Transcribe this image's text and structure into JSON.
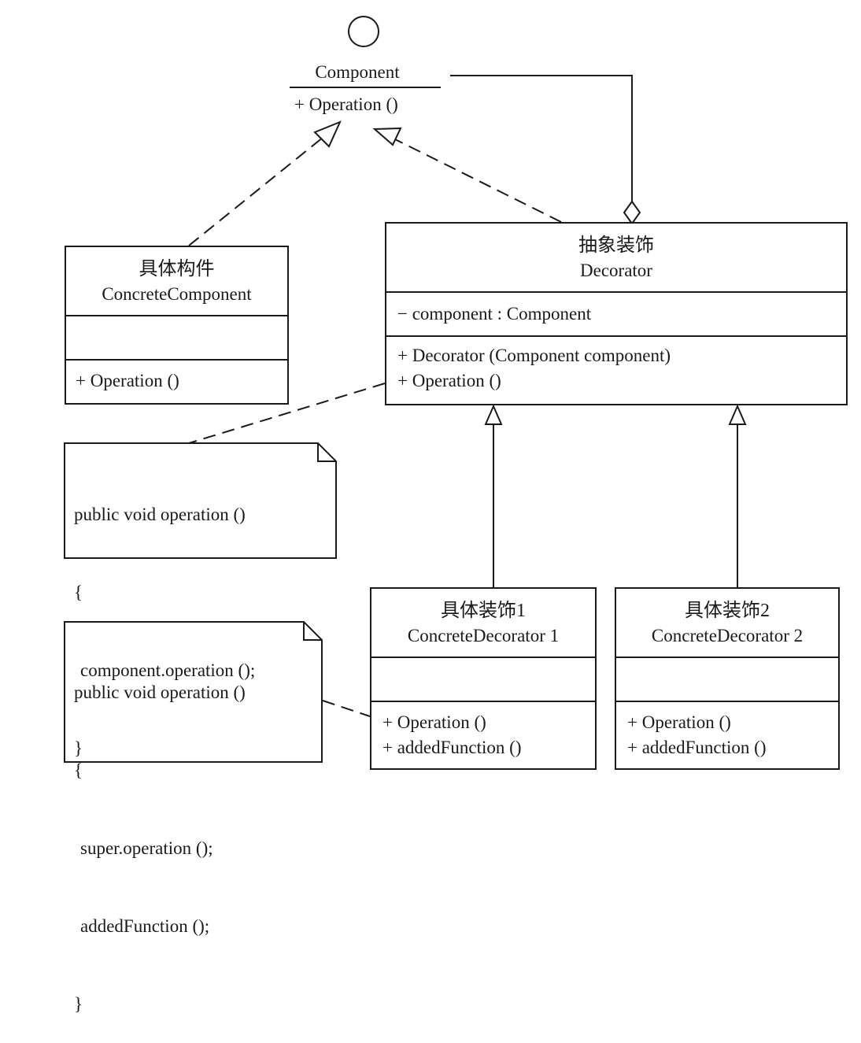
{
  "component": {
    "name": "Component",
    "operation": "+ Operation ()"
  },
  "concrete_component": {
    "cn_name": "具体构件",
    "name": "ConcreteComponent",
    "operation": "+ Operation ()"
  },
  "decorator": {
    "cn_name": "抽象装饰",
    "name": "Decorator",
    "attribute": "− component : Component",
    "constructor": "+ Decorator (Component component)",
    "operation": "+ Operation ()"
  },
  "decorator1": {
    "cn_name": "具体装饰1",
    "name": "ConcreteDecorator 1",
    "operation": "+ Operation ()",
    "added": "+ addedFunction ()"
  },
  "decorator2": {
    "cn_name": "具体装饰2",
    "name": "ConcreteDecorator 2",
    "operation": "+ Operation ()",
    "added": "+ addedFunction ()"
  },
  "note1": {
    "line1": "public void operation ()",
    "line2": "{",
    "line3": "   component.operation ();",
    "line4": "}"
  },
  "note2": {
    "line1": "public void operation ()",
    "line2": "{",
    "line3": "   super.operation ();",
    "line4": "   addedFunction ();",
    "line5": "}"
  }
}
